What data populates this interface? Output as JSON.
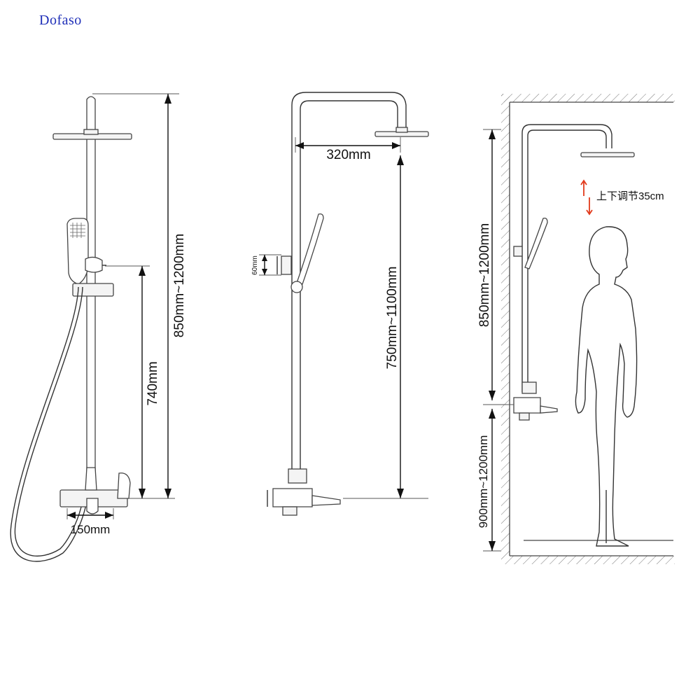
{
  "brand": "Dofaso",
  "dimensions": {
    "left_total_height": "850mm~1200mm",
    "left_mixer_height": "740mm",
    "left_spout_width": "150mm",
    "middle_arm_reach": "320mm",
    "middle_bar_height": "750mm~1100mm",
    "middle_connector_offset": "60mm",
    "right_head_range": "850mm~1200mm",
    "right_mount_height": "900mm~1200mm",
    "right_adjust_note": "上下调节35cm"
  },
  "colors": {
    "brand": "#1f2fb8",
    "line": "#333333",
    "adjust_arrow": "#e23a1c"
  }
}
